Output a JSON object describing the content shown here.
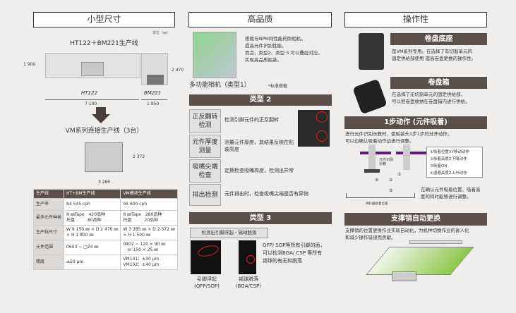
{
  "col1": {
    "title": "小型尺寸",
    "unit": "单位（㎜）",
    "line1_title": "HT122＋BM221生产线",
    "dim_height_left": "1 900",
    "dim_height_right": "2 470",
    "label_ht": "HT122",
    "label_bm": "BM221",
    "dim_ht": "7 100",
    "dim_bm": "1 950",
    "line2_title": "VM系列连接生产线（3台）",
    "dim_vm_height": "2 372",
    "dim_vm_width": "3 285",
    "table": {
      "headers": [
        "生产线",
        "HT+BM生产线",
        "VM模块生产线"
      ],
      "rows": [
        [
          "生产率",
          "84 545 cph",
          "95 600 cph"
        ],
        [
          "最多元件种类",
          "8 ㎜Tape　420品种\n托盘　　　80品种",
          "8 ㎜Tape　280品种\n托盘　　　20品种"
        ],
        [
          "生产线尺寸",
          "W 9 150 ㎜ × D 2 470 ㎜\n× H 1 800 ㎜",
          "W 3 285 ㎜ × D 2 372 ㎜\n× H 1 500 ㎜"
        ],
        [
          "元件范围",
          "0603 ~ □24 ㎜",
          "0402 ~ 120 × 90 ㎜\n　or 150 × 25 ㎜"
        ],
        [
          "精度",
          "±50 μm",
          "VM101：±30 μm\nVM102：±40 μm"
        ]
      ]
    }
  },
  "col2": {
    "title": "高品质",
    "camera_text": "搭载与NPM同性能的照相机。\n提高元件识别性能。\n而且，类型2、类型 3 可以叠层对应，\n实现高品质贴装。",
    "camera_caption": "多功能相机（类型1）",
    "standard_note": "*标准搭载",
    "type2_title": "类型 2",
    "type2_items": [
      {
        "label": "正反翻转检测",
        "desc": "检测引脚元件的正反翻转"
      },
      {
        "label": "元件厚度测量",
        "desc": "测量元件厚度，其结果反映在贴装高度"
      },
      {
        "label": "吸嘴尖端检查",
        "desc": "定期检查吸嘴高度，检测出异常"
      },
      {
        "label": "排出检测",
        "desc": "元件排出时，检查吸嘴尖端是否有异物"
      }
    ],
    "type3_title": "类型 3",
    "type3_label": "检测出引脚浮起・锡球脱落",
    "type3_caption1": "引脚浮起\n(QFP/SOP)",
    "type3_caption2": "锡球脱落\n(BGA/CSP)",
    "type3_text": "QFP/ SOP等所有引脚的面，\n可以检测BGA/ CSP 等所有\n锡球的有无和脱落"
  },
  "col3": {
    "title": "操作性",
    "reel_base_title": "卷盘底座",
    "reel_base_text": "是VM系列专用。在选择了有切割单元的\n固定供给部使用 提高卷盘更换的操作性。",
    "reel_box_title": "卷盘箱",
    "reel_box_text": "在选择了无切割单元的固定供给部，\n可以把卷盘收纳在卷盘箱内进行供给。",
    "step_title": "1步动作 (元件吸着)",
    "step_text": "进行元件识别示教时，使贴装头1步1步的分开动作，\n可以边确认吸着动作边进行调整。",
    "teach_label": "元件识别\n示教",
    "steps": [
      "①吸着位置XY移动动作",
      "②吸着高度Z下降动作",
      "③吸着ON",
      "④退避高度Z上升动作"
    ],
    "step_nums": [
      "①",
      "②",
      "③",
      "④"
    ],
    "step_note": "在确认元件吸着位置、吸着高\n度的同时能够进行调整。",
    "feeder_label": "供料器吸着位置",
    "pin_title": "支撑销自动更换",
    "pin_text": "支撑销的位置更换作业实现自动化，为机种切换作业的省人化\n和减少操作错误而贡献。"
  }
}
